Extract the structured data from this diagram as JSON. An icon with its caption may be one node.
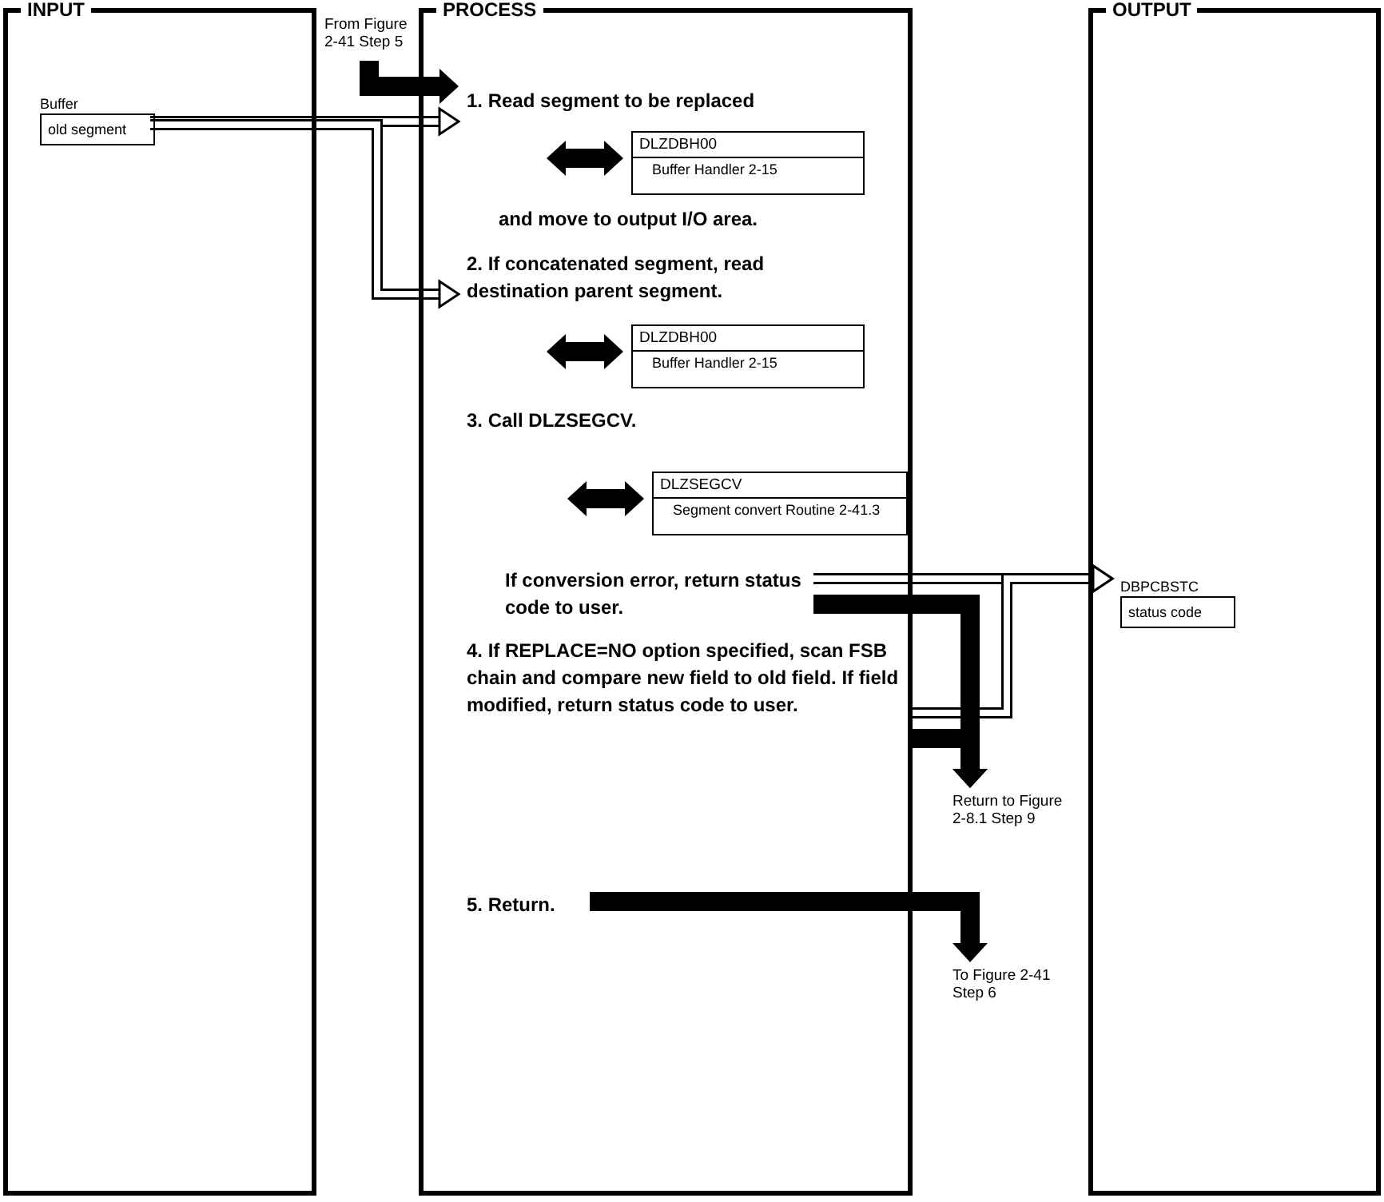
{
  "diagram": {
    "nodes": [
      {
        "text": [
          "INPUT"
        ]
      },
      {
        "text": [
          "Buffer",
          "old segment"
        ],
        "in": 0
      },
      {
        "text": [
          "From Figure 2-41 Step 5"
        ]
      },
      {
        "text": [
          "PROCESS"
        ]
      },
      {
        "text": [
          "1. Read segment to be replaced"
        ],
        "in": 3
      },
      {
        "text": [
          "DLZDBH00",
          "Buffer Handler 2-15"
        ],
        "in": 3
      },
      {
        "text": [
          "and move to output I/O area."
        ],
        "in": 3
      },
      {
        "text": [
          "2. If concatenated segment, read destination parent segment."
        ],
        "in": 3
      },
      {
        "text": [
          "DLZDBH00",
          "Buffer Handler 2-15"
        ],
        "in": 3
      },
      {
        "text": [
          "3. Call DLZSEGCV."
        ],
        "in": 3
      },
      {
        "text": [
          "DLZSEGCV",
          "Segment convert Routine 2-41.3"
        ],
        "in": 3
      },
      {
        "text": [
          "If conversion error, return status code to user."
        ],
        "in": 3
      },
      {
        "text": [
          "4. If REPLACE=NO option specified, scan FSB chain and compare new field to old field. If field modified, return status code to user."
        ],
        "in": 3
      },
      {
        "text": [
          "5. Return."
        ],
        "in": 3
      },
      {
        "text": [
          "Return to Figure 2-8.1 Step 9"
        ]
      },
      {
        "text": [
          "To Figure 2-41 Step 6"
        ]
      },
      {
        "text": [
          "OUTPUT"
        ]
      },
      {
        "text": [
          "DBPCBSTC",
          "status code"
        ],
        "in": 16
      }
    ],
    "edges": [
      {
        "from": 2,
        "to": 4,
        "arrow": "to"
      },
      {
        "from": 1,
        "to": 4,
        "arrow": "to"
      },
      {
        "from": 1,
        "to": 7,
        "arrow": "to"
      },
      {
        "from": 4,
        "to": 5,
        "arrow": "both"
      },
      {
        "from": 7,
        "to": 8,
        "arrow": "both"
      },
      {
        "from": 9,
        "to": 10,
        "arrow": "both"
      },
      {
        "from": 11,
        "to": 17,
        "arrow": "to"
      },
      {
        "from": 12,
        "to": 17,
        "arrow": "to"
      },
      {
        "from": 11,
        "to": 14,
        "arrow": "to"
      },
      {
        "from": 12,
        "to": 14,
        "arrow": "to"
      },
      {
        "from": 13,
        "to": 15,
        "arrow": "to"
      }
    ]
  }
}
